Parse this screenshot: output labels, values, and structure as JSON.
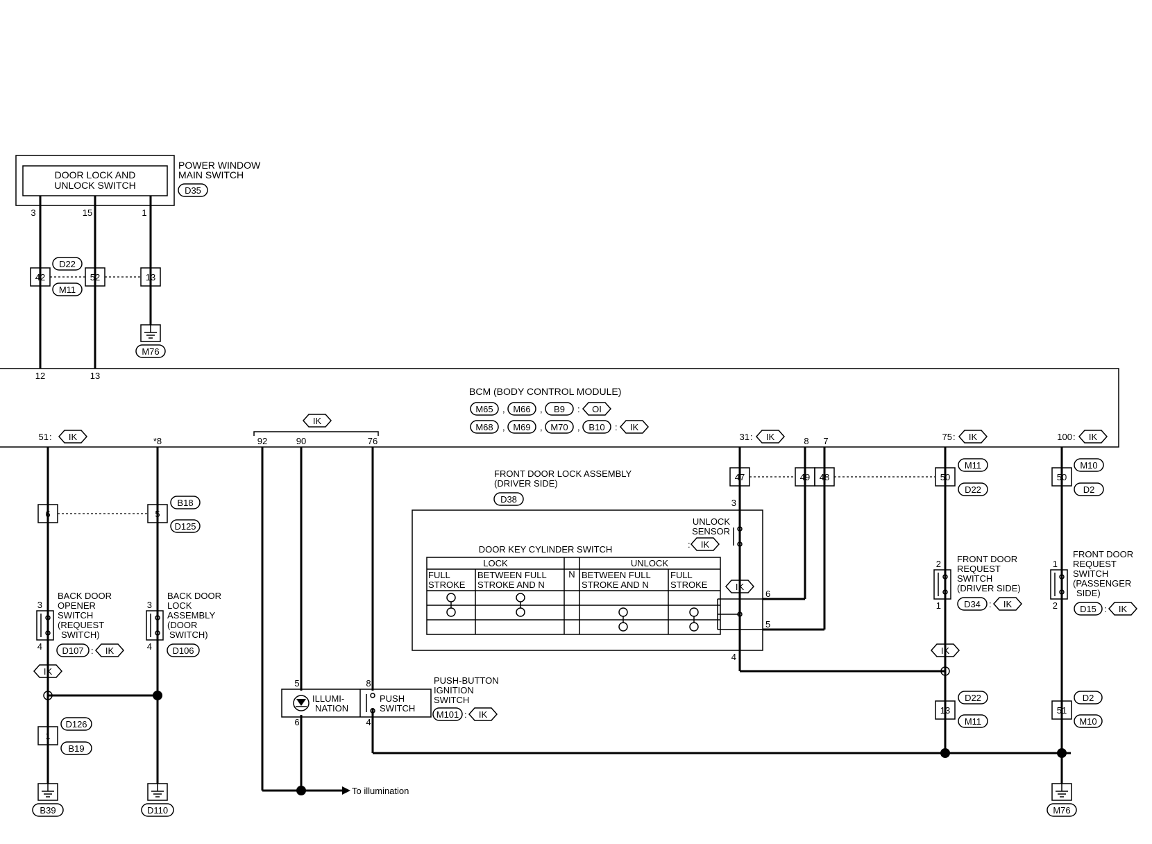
{
  "pwms": {
    "inner_line1": "DOOR LOCK AND",
    "inner_line2": "UNLOCK SWITCH",
    "name_line1": "POWER WINDOW",
    "name_line2": "MAIN SWITCH",
    "connector": "D35",
    "pins": [
      "3",
      "15",
      "1"
    ]
  },
  "jc_top": {
    "t42": "42",
    "t52": "52",
    "t13": "13",
    "conn_top": "D22",
    "conn_bottom": "M11"
  },
  "ground_top": "M76",
  "bcm": {
    "title": "BCM (BODY CONTROL MODULE)",
    "row1": [
      "M65",
      "M66",
      "B9"
    ],
    "row1_tag": "OI",
    "row2": [
      "M68",
      "M69",
      "M70",
      "B10"
    ],
    "row2_tag": "IK",
    "pins_top": [
      "12",
      "13"
    ],
    "pin_51": "51",
    "pin_8": "*8",
    "pin_92": "92",
    "pin_90": "90",
    "pin_76": "76",
    "pin_31": "31",
    "pin_8b": "8",
    "pin_7": "7",
    "pin_75": "75",
    "pin_100": "100",
    "ik": "IK"
  },
  "jc_left": {
    "t6": "6",
    "t5": "5",
    "c_top": "B18",
    "c_bottom": "D125"
  },
  "back_opener": {
    "name": [
      "BACK DOOR",
      "OPENER",
      "SWITCH",
      "(REQUEST",
      "SWITCH)"
    ],
    "pin_top": "3",
    "pin_bottom": "4",
    "connector": "D107"
  },
  "back_lock": {
    "name": [
      "BACK DOOR",
      "LOCK",
      "ASSEMBLY",
      "(DOOR",
      "SWITCH)"
    ],
    "pin_top": "3",
    "pin_bottom": "4",
    "connector": "D106"
  },
  "jc_b": {
    "t1": "1",
    "c_top": "D126",
    "c_bottom": "B19"
  },
  "grounds": [
    "B39",
    "D110",
    "M76"
  ],
  "push": {
    "illum": [
      "ILLUMI-",
      "NATION"
    ],
    "sw": [
      "PUSH",
      "SWITCH"
    ],
    "name": [
      "PUSH-BUTTON",
      "IGNITION",
      "SWITCH"
    ],
    "connector": "M101",
    "pin5": "5",
    "pin6": "6",
    "pin8": "8",
    "pin4": "4"
  },
  "to_illum": "To illumination",
  "fdla": {
    "name_line1": "FRONT DOOR LOCK ASSEMBLY",
    "name_line2": "(DRIVER SIDE)",
    "connector": "D38",
    "sensor_line1": "UNLOCK",
    "sensor_line2": "SENSOR",
    "pin3": "3",
    "pin6": "6",
    "pin5": "5",
    "pin4": "4"
  },
  "key_table": {
    "title": "DOOR KEY CYLINDER SWITCH",
    "lock": "LOCK",
    "unlock": "UNLOCK",
    "n": "N",
    "full": [
      "FULL",
      "STROKE"
    ],
    "between": [
      "BETWEEN FULL",
      "STROKE AND N"
    ]
  },
  "jc_mid": {
    "t47": "47",
    "t49": "49",
    "t48": "48",
    "t50a": "50",
    "t50b": "50",
    "a_top": "M11",
    "a_bottom": "D22",
    "b_top": "M10",
    "b_bottom": "D2"
  },
  "fd_req_drv": {
    "name": [
      "FRONT DOOR",
      "REQUEST",
      "SWITCH",
      "(DRIVER SIDE)"
    ],
    "pin_top": "2",
    "pin_bottom": "1",
    "connector": "D34"
  },
  "fd_req_pas": {
    "name": [
      "FRONT DOOR",
      "REQUEST",
      "SWITCH",
      "(PASSENGER",
      "SIDE)"
    ],
    "pin_top": "1",
    "pin_bottom": "2",
    "connector": "D15"
  },
  "jc_bot": {
    "t13": "13",
    "t51": "51",
    "a_top": "D22",
    "a_bottom": "M11",
    "b_top": "D2",
    "b_bottom": "M10"
  }
}
